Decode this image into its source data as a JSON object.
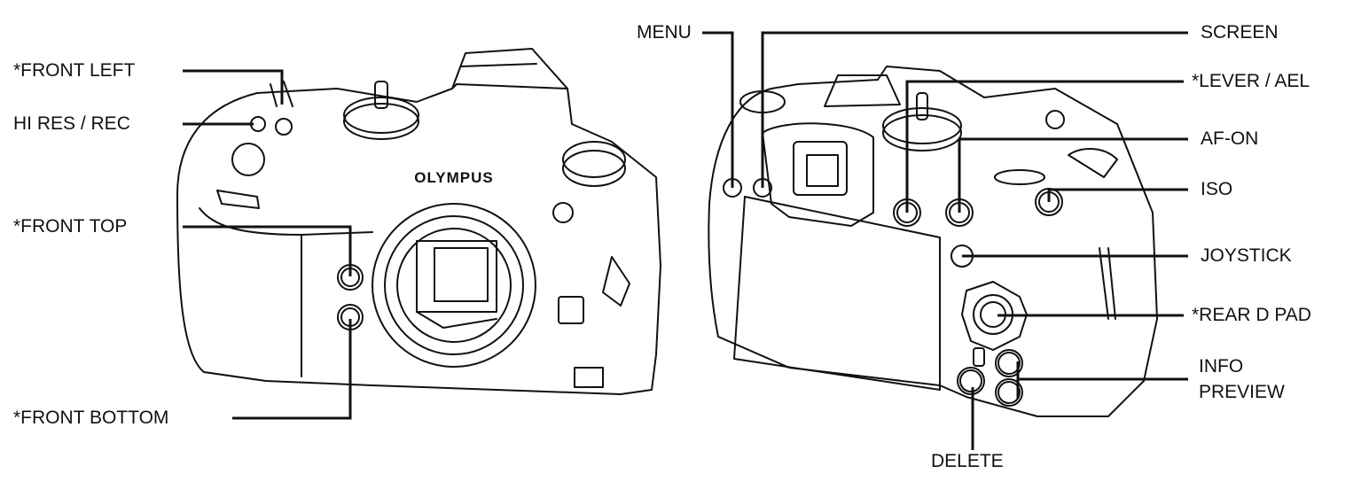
{
  "brand_logo": "OLYMPUS",
  "colors": {
    "line": "#111111",
    "background": "#ffffff"
  },
  "front_view": {
    "labels": [
      "*FRONT LEFT",
      "HI RES / REC",
      "*FRONT TOP",
      "*FRONT BOTTOM"
    ]
  },
  "rear_view": {
    "labels": [
      "MENU",
      "SCREEN",
      "*LEVER / AEL",
      "AF-ON",
      "ISO",
      "JOYSTICK",
      "*REAR D PAD",
      "INFO",
      "PREVIEW",
      "DELETE"
    ]
  }
}
